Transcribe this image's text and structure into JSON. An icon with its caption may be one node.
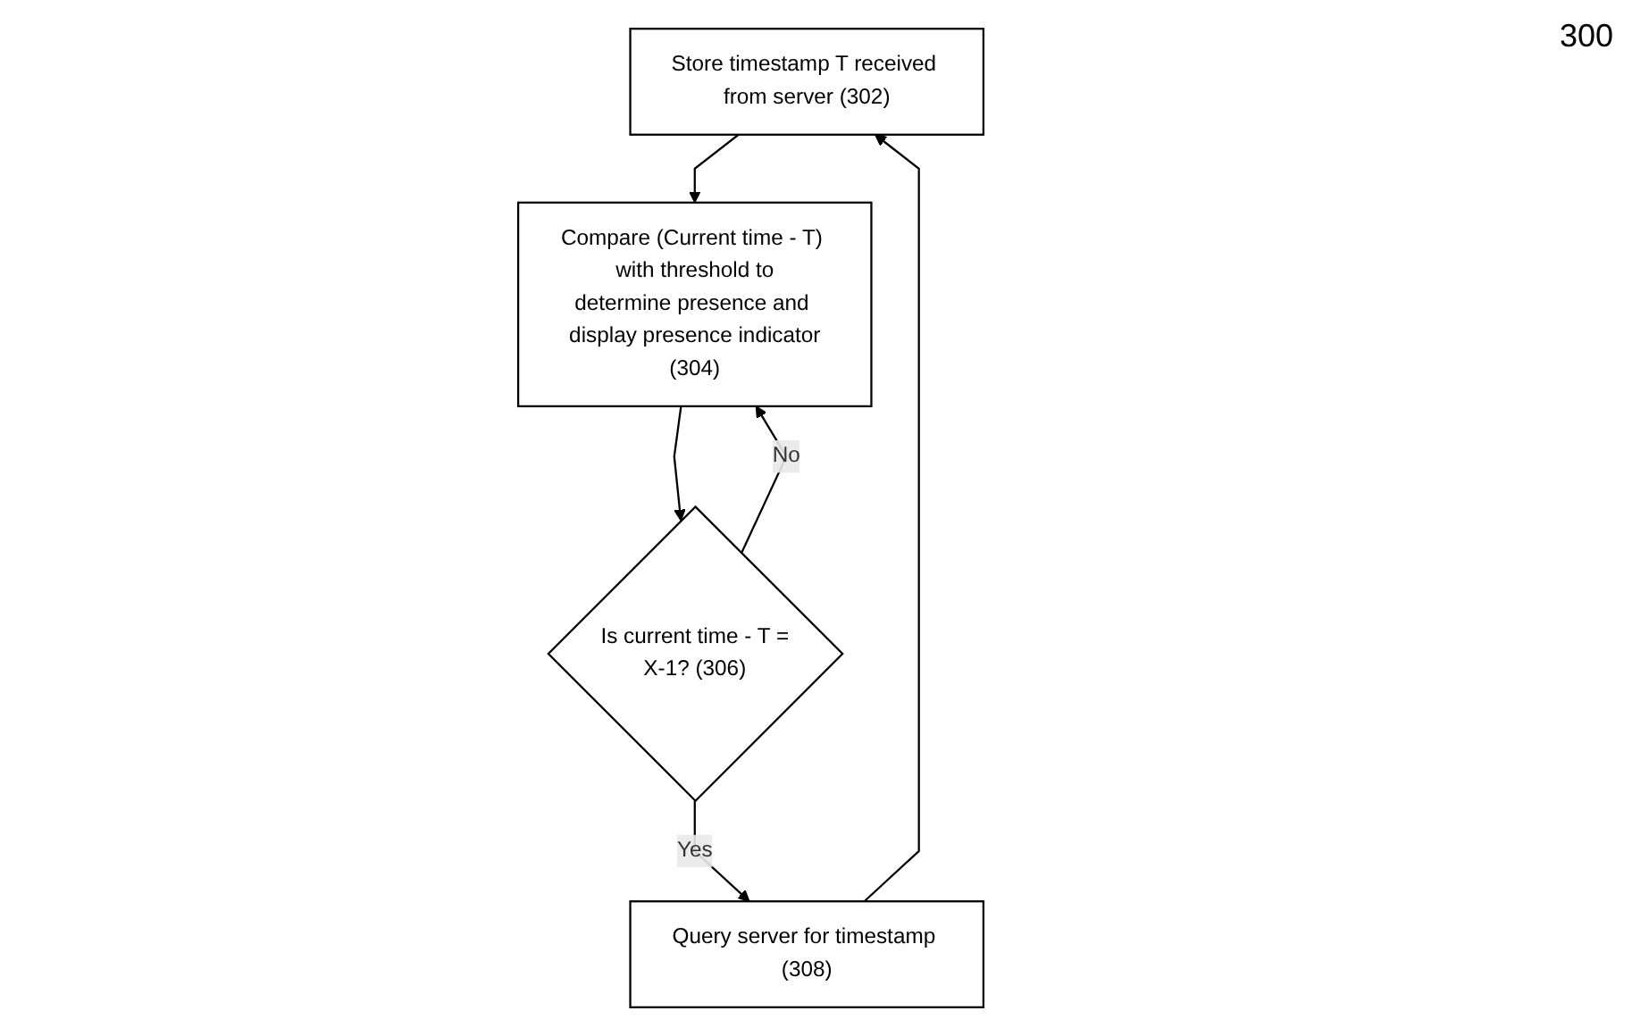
{
  "diagram": {
    "nodes": [
      {
        "text": [
          "Store timestamp T received from server (302)"
        ]
      },
      {
        "text": [
          "Compare (Current time - T) with threshold to determine presence and display presence indicator (304)"
        ]
      },
      {
        "text": [
          "Is current time - T = X-1? (306)"
        ]
      },
      {
        "text": [
          "Query server for timestamp (308)"
        ]
      }
    ],
    "edges": [
      {
        "from": 0,
        "to": 1,
        "arrow": "to"
      },
      {
        "from": 1,
        "to": 2,
        "arrow": "to"
      },
      {
        "from": 2,
        "to": 1,
        "arrow": "to",
        "label": "No"
      },
      {
        "from": 2,
        "to": 3,
        "arrow": "to",
        "label": "Yes"
      },
      {
        "from": 3,
        "to": 0,
        "arrow": "to"
      }
    ],
    "labels": [
      "300"
    ]
  }
}
